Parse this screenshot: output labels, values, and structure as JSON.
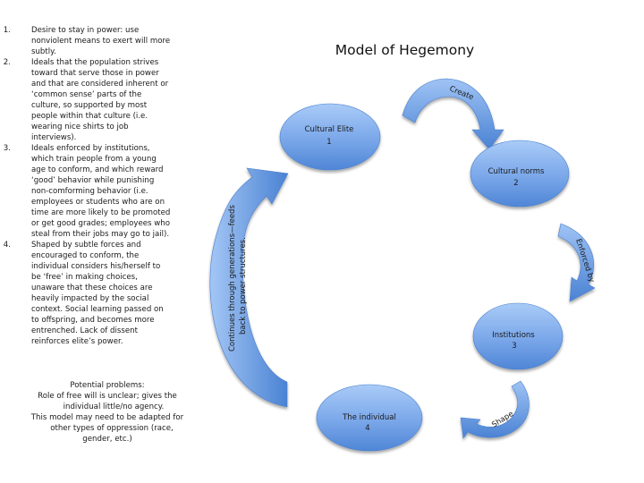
{
  "title": "Model of Hegemony",
  "notes": [
    {
      "num": "1.",
      "lines": [
        "Desire to stay in power: use",
        "nonviolent means to exert will more",
        "subtly."
      ]
    },
    {
      "num": "2.",
      "lines": [
        "Ideals that the population strives",
        "toward that serve those in power",
        "and that are considered inherent or",
        "‘common sense’ parts of the",
        "culture, so supported by most",
        "people within that culture (i.e.",
        "wearing nice shirts to job",
        "interviews)."
      ]
    },
    {
      "num": "3.",
      "lines": [
        "Ideals enforced by institutions,",
        "which train people from a young",
        "age to conform, and which reward",
        "‘good’ behavior while punishing",
        "non-comforming behavior (i.e.",
        "employees or students who are on",
        "time are more likely to be promoted",
        "or get good grades; employees who",
        "steal from their jobs may go to jail)."
      ]
    },
    {
      "num": "4.",
      "lines": [
        "Shaped by subtle forces and",
        "encouraged to conform, the",
        "individual considers his/herself to",
        "be ‘free’ in making choices,",
        "unaware that these choices are",
        "heavily impacted by the social",
        "context. Social learning passed on",
        "to offspring, and becomes more",
        "entrenched. Lack of dissent",
        "reinforces elite’s power."
      ]
    }
  ],
  "problems": {
    "lines": [
      "Potential problems:",
      "Role of free will is unclear; gives the",
      "individual little/no agency.",
      "This model may need to be adapted for",
      "other types of oppression (race,",
      "gender, etc.)"
    ]
  },
  "nodes": [
    {
      "label": "Cultural Elite",
      "number": "1"
    },
    {
      "label": "Cultural norms",
      "number": "2"
    },
    {
      "label": "Institutions",
      "number": "3"
    },
    {
      "label": "The individual",
      "number": "4"
    }
  ],
  "arrows": {
    "create": "Create",
    "enforced_by": "Enforced by",
    "shape": "Shape",
    "continues_line1": "Continues through generations—feeds",
    "continues_line2": "back to power structures."
  },
  "colors": {
    "shape_light": "#9fc3f5",
    "shape_dark": "#4a82d3",
    "shape_edge": "#3f77c8"
  }
}
